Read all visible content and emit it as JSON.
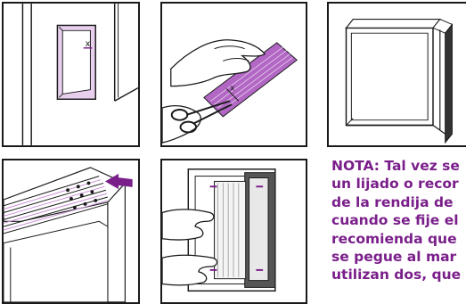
{
  "panels": [
    {
      "id": "step-1",
      "mark_label": "x"
    },
    {
      "id": "step-2",
      "mark_label": "x"
    },
    {
      "id": "step-3"
    },
    {
      "id": "step-4"
    },
    {
      "id": "step-5"
    }
  ],
  "note": {
    "lines": [
      "NOTA: Tal vez se",
      "un lijado o recor",
      "de la rendija de",
      "cuando se fije el",
      "recomienda que",
      "se pegue al mar",
      "utilizan dos, que"
    ]
  },
  "colors": {
    "line": "#1a1a1a",
    "accent": "#7a1f8a",
    "accent_light": "#c98fd6",
    "gray": "#d9d9d9"
  }
}
